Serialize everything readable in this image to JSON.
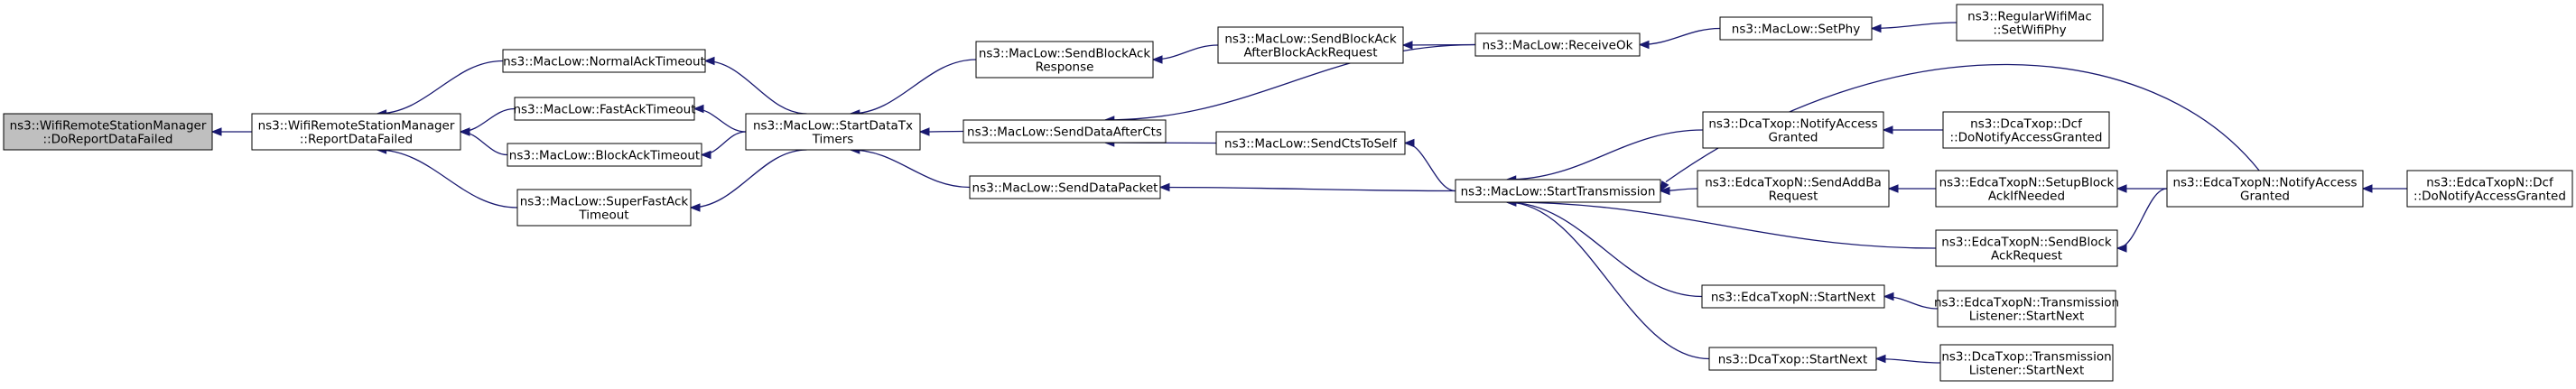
{
  "graph": {
    "nodes": [
      {
        "id": "n0",
        "lines": [
          "ns3::WifiRemoteStationManager",
          "::DoReportDataFailed"
        ],
        "root": true
      },
      {
        "id": "n1",
        "lines": [
          "ns3::WifiRemoteStationManager",
          "::ReportDataFailed"
        ]
      },
      {
        "id": "n2",
        "lines": [
          "ns3::MacLow::NormalAckTimeout"
        ]
      },
      {
        "id": "n3",
        "lines": [
          "ns3::MacLow::FastAckTimeout"
        ]
      },
      {
        "id": "n4",
        "lines": [
          "ns3::MacLow::BlockAckTimeout"
        ]
      },
      {
        "id": "n5",
        "lines": [
          "ns3::MacLow::SuperFastAck",
          "Timeout"
        ]
      },
      {
        "id": "n6",
        "lines": [
          "ns3::MacLow::StartDataTx",
          "Timers"
        ]
      },
      {
        "id": "n7",
        "lines": [
          "ns3::MacLow::SendBlockAck",
          "Response"
        ]
      },
      {
        "id": "n8",
        "lines": [
          "ns3::MacLow::SendDataAfterCts"
        ]
      },
      {
        "id": "n9",
        "lines": [
          "ns3::MacLow::SendDataPacket"
        ]
      },
      {
        "id": "n10",
        "lines": [
          "ns3::MacLow::SendBlockAck",
          "AfterBlockAckRequest"
        ]
      },
      {
        "id": "n11",
        "lines": [
          "ns3::MacLow::SendCtsToSelf"
        ]
      },
      {
        "id": "n12",
        "lines": [
          "ns3::MacLow::ReceiveOk"
        ]
      },
      {
        "id": "n13",
        "lines": [
          "ns3::MacLow::StartTransmission"
        ]
      },
      {
        "id": "n14",
        "lines": [
          "ns3::MacLow::SetPhy"
        ]
      },
      {
        "id": "n15",
        "lines": [
          "ns3::RegularWifiMac",
          "::SetWifiPhy"
        ]
      },
      {
        "id": "n16",
        "lines": [
          "ns3::DcaTxop::NotifyAccess",
          "Granted"
        ]
      },
      {
        "id": "n17",
        "lines": [
          "ns3::EdcaTxopN::SendAddBa",
          "Request"
        ]
      },
      {
        "id": "n18",
        "lines": [
          "ns3::EdcaTxopN::StartNext"
        ]
      },
      {
        "id": "n19",
        "lines": [
          "ns3::DcaTxop::StartNext"
        ]
      },
      {
        "id": "n20",
        "lines": [
          "ns3::DcaTxop::Dcf",
          "::DoNotifyAccessGranted"
        ]
      },
      {
        "id": "n21",
        "lines": [
          "ns3::EdcaTxopN::SetupBlock",
          "AckIfNeeded"
        ]
      },
      {
        "id": "n22",
        "lines": [
          "ns3::EdcaTxopN::SendBlock",
          "AckRequest"
        ]
      },
      {
        "id": "n23",
        "lines": [
          "ns3::EdcaTxopN::Transmission",
          "Listener::StartNext"
        ]
      },
      {
        "id": "n24",
        "lines": [
          "ns3::DcaTxop::Transmission",
          "Listener::StartNext"
        ]
      },
      {
        "id": "n25",
        "lines": [
          "ns3::EdcaTxopN::NotifyAccess",
          "Granted"
        ]
      },
      {
        "id": "n26",
        "lines": [
          "ns3::EdcaTxopN::Dcf",
          "::DoNotifyAccessGranted"
        ]
      }
    ],
    "edges": [
      [
        "n1",
        "n0"
      ],
      [
        "n2",
        "n1"
      ],
      [
        "n3",
        "n1"
      ],
      [
        "n4",
        "n1"
      ],
      [
        "n5",
        "n1"
      ],
      [
        "n6",
        "n2"
      ],
      [
        "n6",
        "n3"
      ],
      [
        "n6",
        "n4"
      ],
      [
        "n6",
        "n5"
      ],
      [
        "n7",
        "n6"
      ],
      [
        "n8",
        "n6"
      ],
      [
        "n9",
        "n6"
      ],
      [
        "n10",
        "n7"
      ],
      [
        "n12",
        "n10"
      ],
      [
        "n12",
        "n8"
      ],
      [
        "n11",
        "n8"
      ],
      [
        "n13",
        "n11"
      ],
      [
        "n13",
        "n9"
      ],
      [
        "n14",
        "n12"
      ],
      [
        "n15",
        "n14"
      ],
      [
        "n16",
        "n13"
      ],
      [
        "n17",
        "n13"
      ],
      [
        "n22",
        "n13"
      ],
      [
        "n18",
        "n13"
      ],
      [
        "n19",
        "n13"
      ],
      [
        "n25",
        "n13"
      ],
      [
        "n20",
        "n16"
      ],
      [
        "n21",
        "n17"
      ],
      [
        "n25",
        "n21"
      ],
      [
        "n25",
        "n22"
      ],
      [
        "n23",
        "n18"
      ],
      [
        "n24",
        "n19"
      ],
      [
        "n26",
        "n25"
      ]
    ]
  }
}
